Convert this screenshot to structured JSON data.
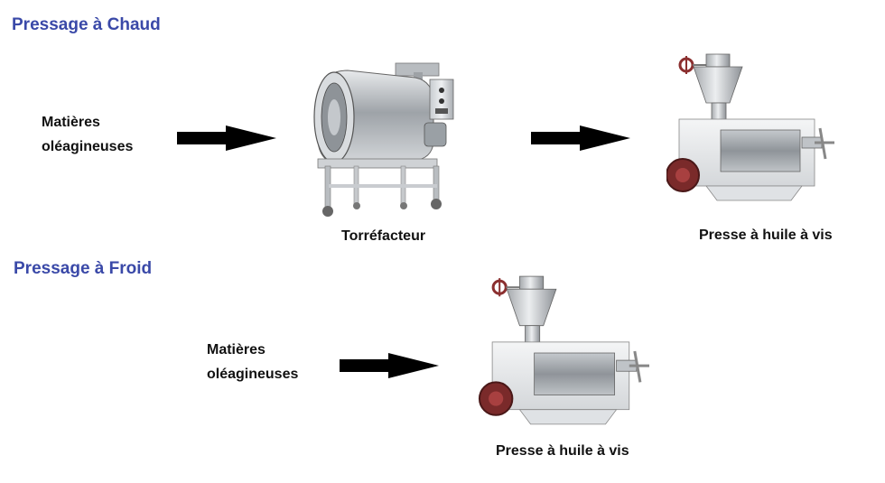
{
  "hot": {
    "title": "Pressage à Chaud",
    "input_line1": "Matières",
    "input_line2": "oléagineuses",
    "roaster_caption": "Torréfacteur",
    "press_caption": "Presse à huile à vis"
  },
  "cold": {
    "title": "Pressage à Froid",
    "input_line1": "Matières",
    "input_line2": "oléagineuses",
    "press_caption": "Presse à huile à vis"
  },
  "icons": {
    "arrow": "right-arrow-icon",
    "roaster": "roaster-machine-icon",
    "press": "screw-oil-press-icon"
  }
}
